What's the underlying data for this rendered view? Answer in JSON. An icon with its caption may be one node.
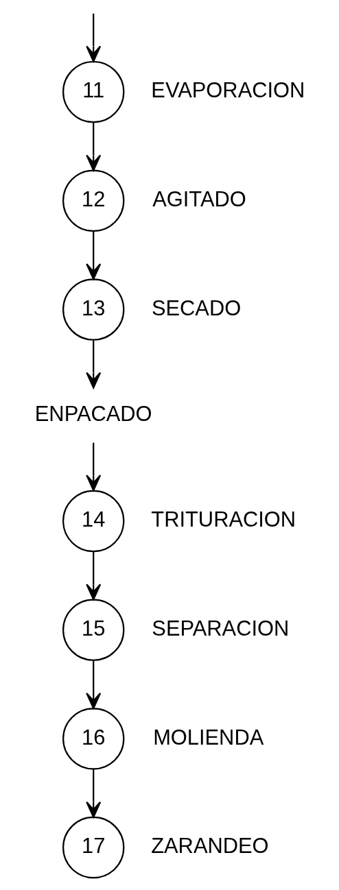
{
  "diagram": {
    "nodes": [
      {
        "text": [
          "11"
        ],
        "beside": [
          "EVAPORACION"
        ]
      },
      {
        "text": [
          "12"
        ],
        "beside": [
          "AGITADO"
        ]
      },
      {
        "text": [
          "13"
        ],
        "beside": [
          "SECADO"
        ]
      },
      {
        "text": [
          "ENPACADO"
        ]
      },
      {
        "text": [
          "14"
        ],
        "beside": [
          "TRITURACION"
        ]
      },
      {
        "text": [
          "15"
        ],
        "beside": [
          "SEPARACION"
        ]
      },
      {
        "text": [
          "16"
        ],
        "beside": [
          "MOLIENDA"
        ]
      },
      {
        "text": [
          "17"
        ],
        "beside": [
          "ZARANDEO"
        ]
      }
    ],
    "edges": [
      {
        "from": null,
        "to": 0,
        "arrow": "to"
      },
      {
        "from": 0,
        "to": 1,
        "arrow": "to"
      },
      {
        "from": 1,
        "to": 2,
        "arrow": "to"
      },
      {
        "from": 2,
        "to": 3,
        "arrow": "to"
      },
      {
        "from": 3,
        "to": 4,
        "arrow": "to"
      },
      {
        "from": 4,
        "to": 5,
        "arrow": "to"
      },
      {
        "from": 5,
        "to": 6,
        "arrow": "to"
      },
      {
        "from": 6,
        "to": 7,
        "arrow": "to"
      }
    ]
  }
}
